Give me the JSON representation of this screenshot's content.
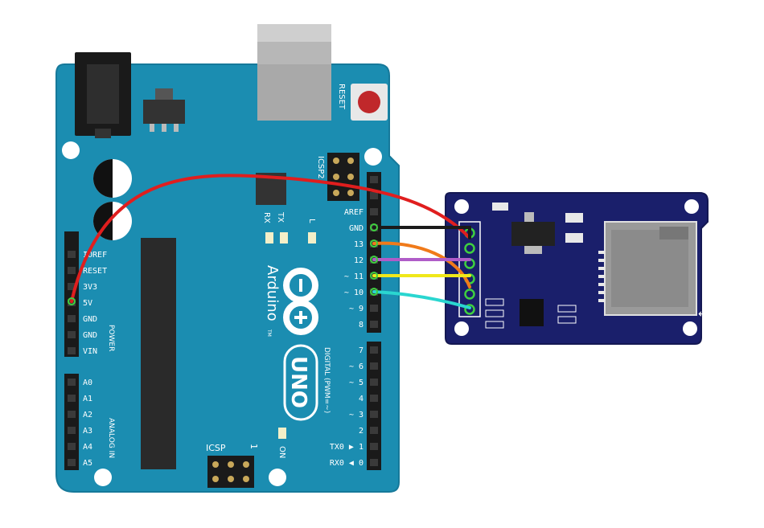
{
  "arduino": {
    "reset_label": "RESET",
    "icsp_top_label": "ICSP2",
    "icsp_bottom_label": "ICSP",
    "icsp_bottom_num": "1",
    "tx_label": "TX",
    "rx_label": "RX",
    "l_label": "L",
    "on_label": "ON",
    "brand": "Arduino",
    "trademark": "TM",
    "model": "UNO",
    "digital_label": "DIGITAL (PWM=~)",
    "power_label": "POWER",
    "analog_label": "ANALOG IN",
    "power_pins": [
      "IOREF",
      "RESET",
      "3V3",
      "5V",
      "GND",
      "GND",
      "VIN"
    ],
    "analog_pins": [
      "A0",
      "A1",
      "A2",
      "A3",
      "A4",
      "A5"
    ],
    "digital_pins_top": [
      "AREF",
      "GND",
      "13",
      "12",
      "~ 11",
      "~ 10",
      "~ 9",
      "8"
    ],
    "digital_pins_bottom": [
      "7",
      "~ 6",
      "~ 5",
      "4",
      "~ 3",
      "2",
      "TX0 ▶ 1",
      "RX0 ◀ 0"
    ]
  },
  "colors": {
    "arduino_board": "#1b8db1",
    "sd_module": "#1a1f6b",
    "wire_5v": "#e01e1e",
    "wire_gnd": "#1a1a1a",
    "wire_13": "#f07a1a",
    "wire_12": "#b05cc8",
    "wire_11": "#f0e81a",
    "wire_10": "#2ad6d0"
  },
  "wires": [
    {
      "from": "5V",
      "to": "sd-pin-1",
      "color": "#e01e1e"
    },
    {
      "from": "GND",
      "to": "sd-pin-1",
      "color": "#1a1a1a"
    },
    {
      "from": "13",
      "to": "sd-pin-5",
      "color": "#f07a1a"
    },
    {
      "from": "12",
      "to": "sd-pin-3",
      "color": "#b05cc8"
    },
    {
      "from": "~ 11",
      "to": "sd-pin-4",
      "color": "#f0e81a"
    },
    {
      "from": "~ 10",
      "to": "sd-pin-6",
      "color": "#2ad6d0"
    }
  ]
}
